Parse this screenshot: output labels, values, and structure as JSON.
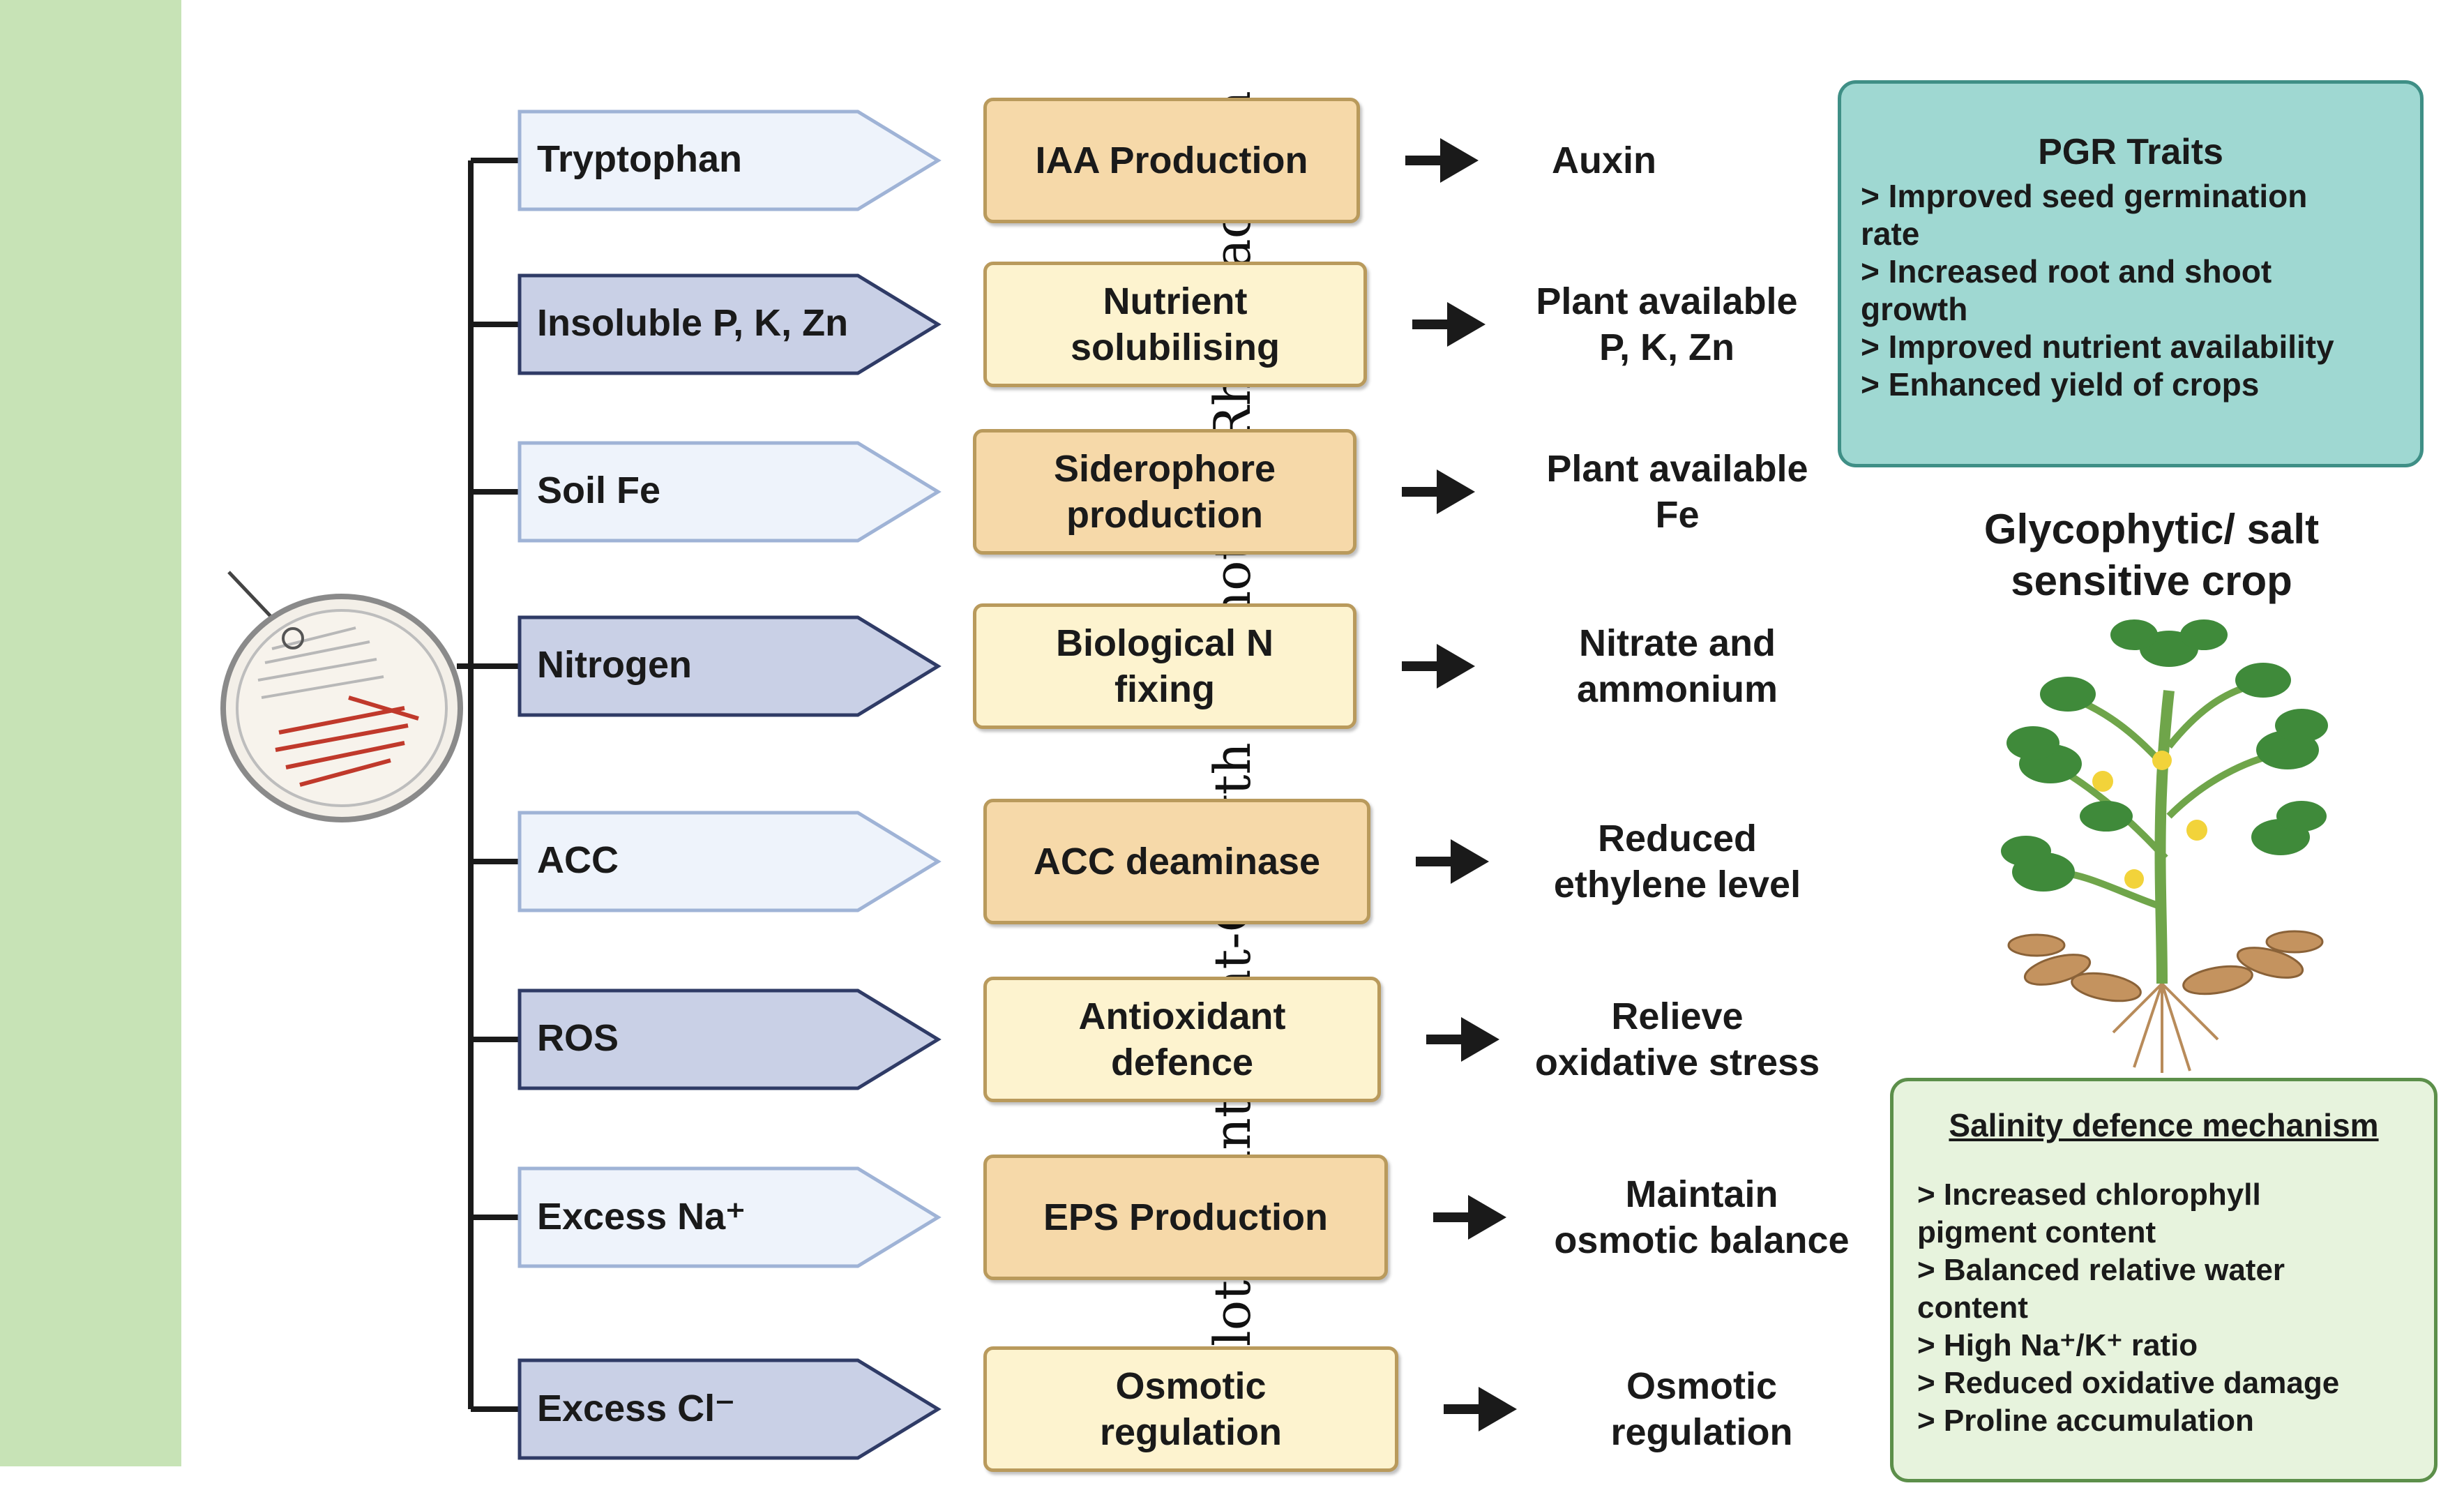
{
  "sidebar": {
    "title": "Halotolerant Plant-Growth  Promoting Rhizobacteria"
  },
  "rows": [
    {
      "input": "Tryptophan",
      "process": "IAA Production",
      "output": "Auxin"
    },
    {
      "input": "Insoluble P, K, Zn",
      "process": "Nutrient\nsolubilising",
      "output": "Plant available\nP, K, Zn"
    },
    {
      "input": "Soil Fe",
      "process": "Siderophore\nproduction",
      "output": "Plant available\nFe"
    },
    {
      "input": "Nitrogen",
      "process": "Biological N\nfixing",
      "output": "Nitrate and\nammonium"
    },
    {
      "input": "ACC",
      "process": "ACC deaminase",
      "output": "Reduced\nethylene level"
    },
    {
      "input": "ROS",
      "process": "Antioxidant\ndefence",
      "output": "Relieve\noxidative stress"
    },
    {
      "input": "Excess Na⁺",
      "process": "EPS Production",
      "output": "Maintain\nosmotic balance"
    },
    {
      "input": "Excess Cl⁻",
      "process": "Osmotic\nregulation",
      "output": "Osmotic\nregulation"
    }
  ],
  "pgr": {
    "title": "PGR Traits",
    "items": [
      "> Improved seed germination\n   rate",
      "> Increased root and shoot\n   growth",
      "> Improved  nutrient availability",
      "> Enhanced yield of crops"
    ]
  },
  "crop": {
    "title": "Glycophytic/ salt\nsensitive crop"
  },
  "salinity": {
    "title": "Salinity defence mechanism",
    "items": [
      "> Increased chlorophyll\n   pigment  content",
      "> Balanced relative water\n   content",
      "> High Na⁺/K⁺ ratio",
      "> Reduced oxidative damage",
      "> Proline accumulation"
    ]
  },
  "colors": {
    "sidebar": "#c7e3b6",
    "input_light": "#eef3fb",
    "input_dark": "#c9d0e6",
    "process_dark": "#f6d9a9",
    "process_light": "#fdf3cf",
    "pgr_box": "#9fd8d2",
    "salinity_box": "#e7f3dd"
  },
  "icons": {
    "petri_dish": "petri-dish-icon",
    "plant": "peanut-plant-illustration",
    "arrow": "right-arrow-icon"
  }
}
